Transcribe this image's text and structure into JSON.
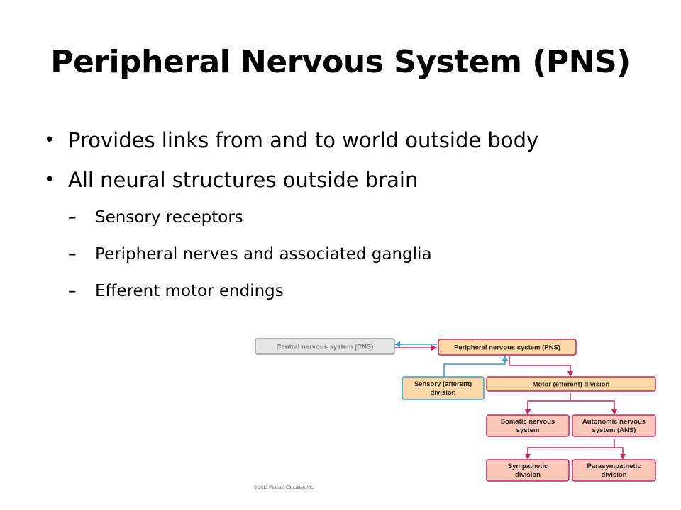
{
  "slide": {
    "title": "Peripheral Nervous System (PNS)",
    "bullets": [
      {
        "text": "Provides links from and to world outside body"
      },
      {
        "text": "All neural structures outside brain",
        "sub": [
          "Sensory receptors",
          "Peripheral nerves and associated ganglia",
          "Efferent motor endings"
        ]
      }
    ]
  },
  "diagram": {
    "cns": "Central nervous system (CNS)",
    "pns": "Peripheral nervous system (PNS)",
    "sensory": [
      "Sensory (afferent)",
      "division"
    ],
    "motor": "Motor (efferent) division",
    "somatic": [
      "Somatic nervous",
      "system"
    ],
    "autonomic": [
      "Autonomic nervous",
      "system (ANS)"
    ],
    "sympathetic": [
      "Sympathetic",
      "division"
    ],
    "parasympathetic": [
      "Parasympathetic",
      "division"
    ],
    "copyright": "© 2013 Pearson Education, Inc.",
    "colors": {
      "orange_fill": "#FDD9A5",
      "orange_stroke": "#E8A050",
      "pink_fill": "#FBC9B9",
      "magenta": "#D2205A",
      "blue": "#2F9ED8",
      "blue_fill": "#FCD7A8",
      "gray_fill": "#E6E6E6",
      "gray_stroke": "#9A9A9A"
    }
  }
}
